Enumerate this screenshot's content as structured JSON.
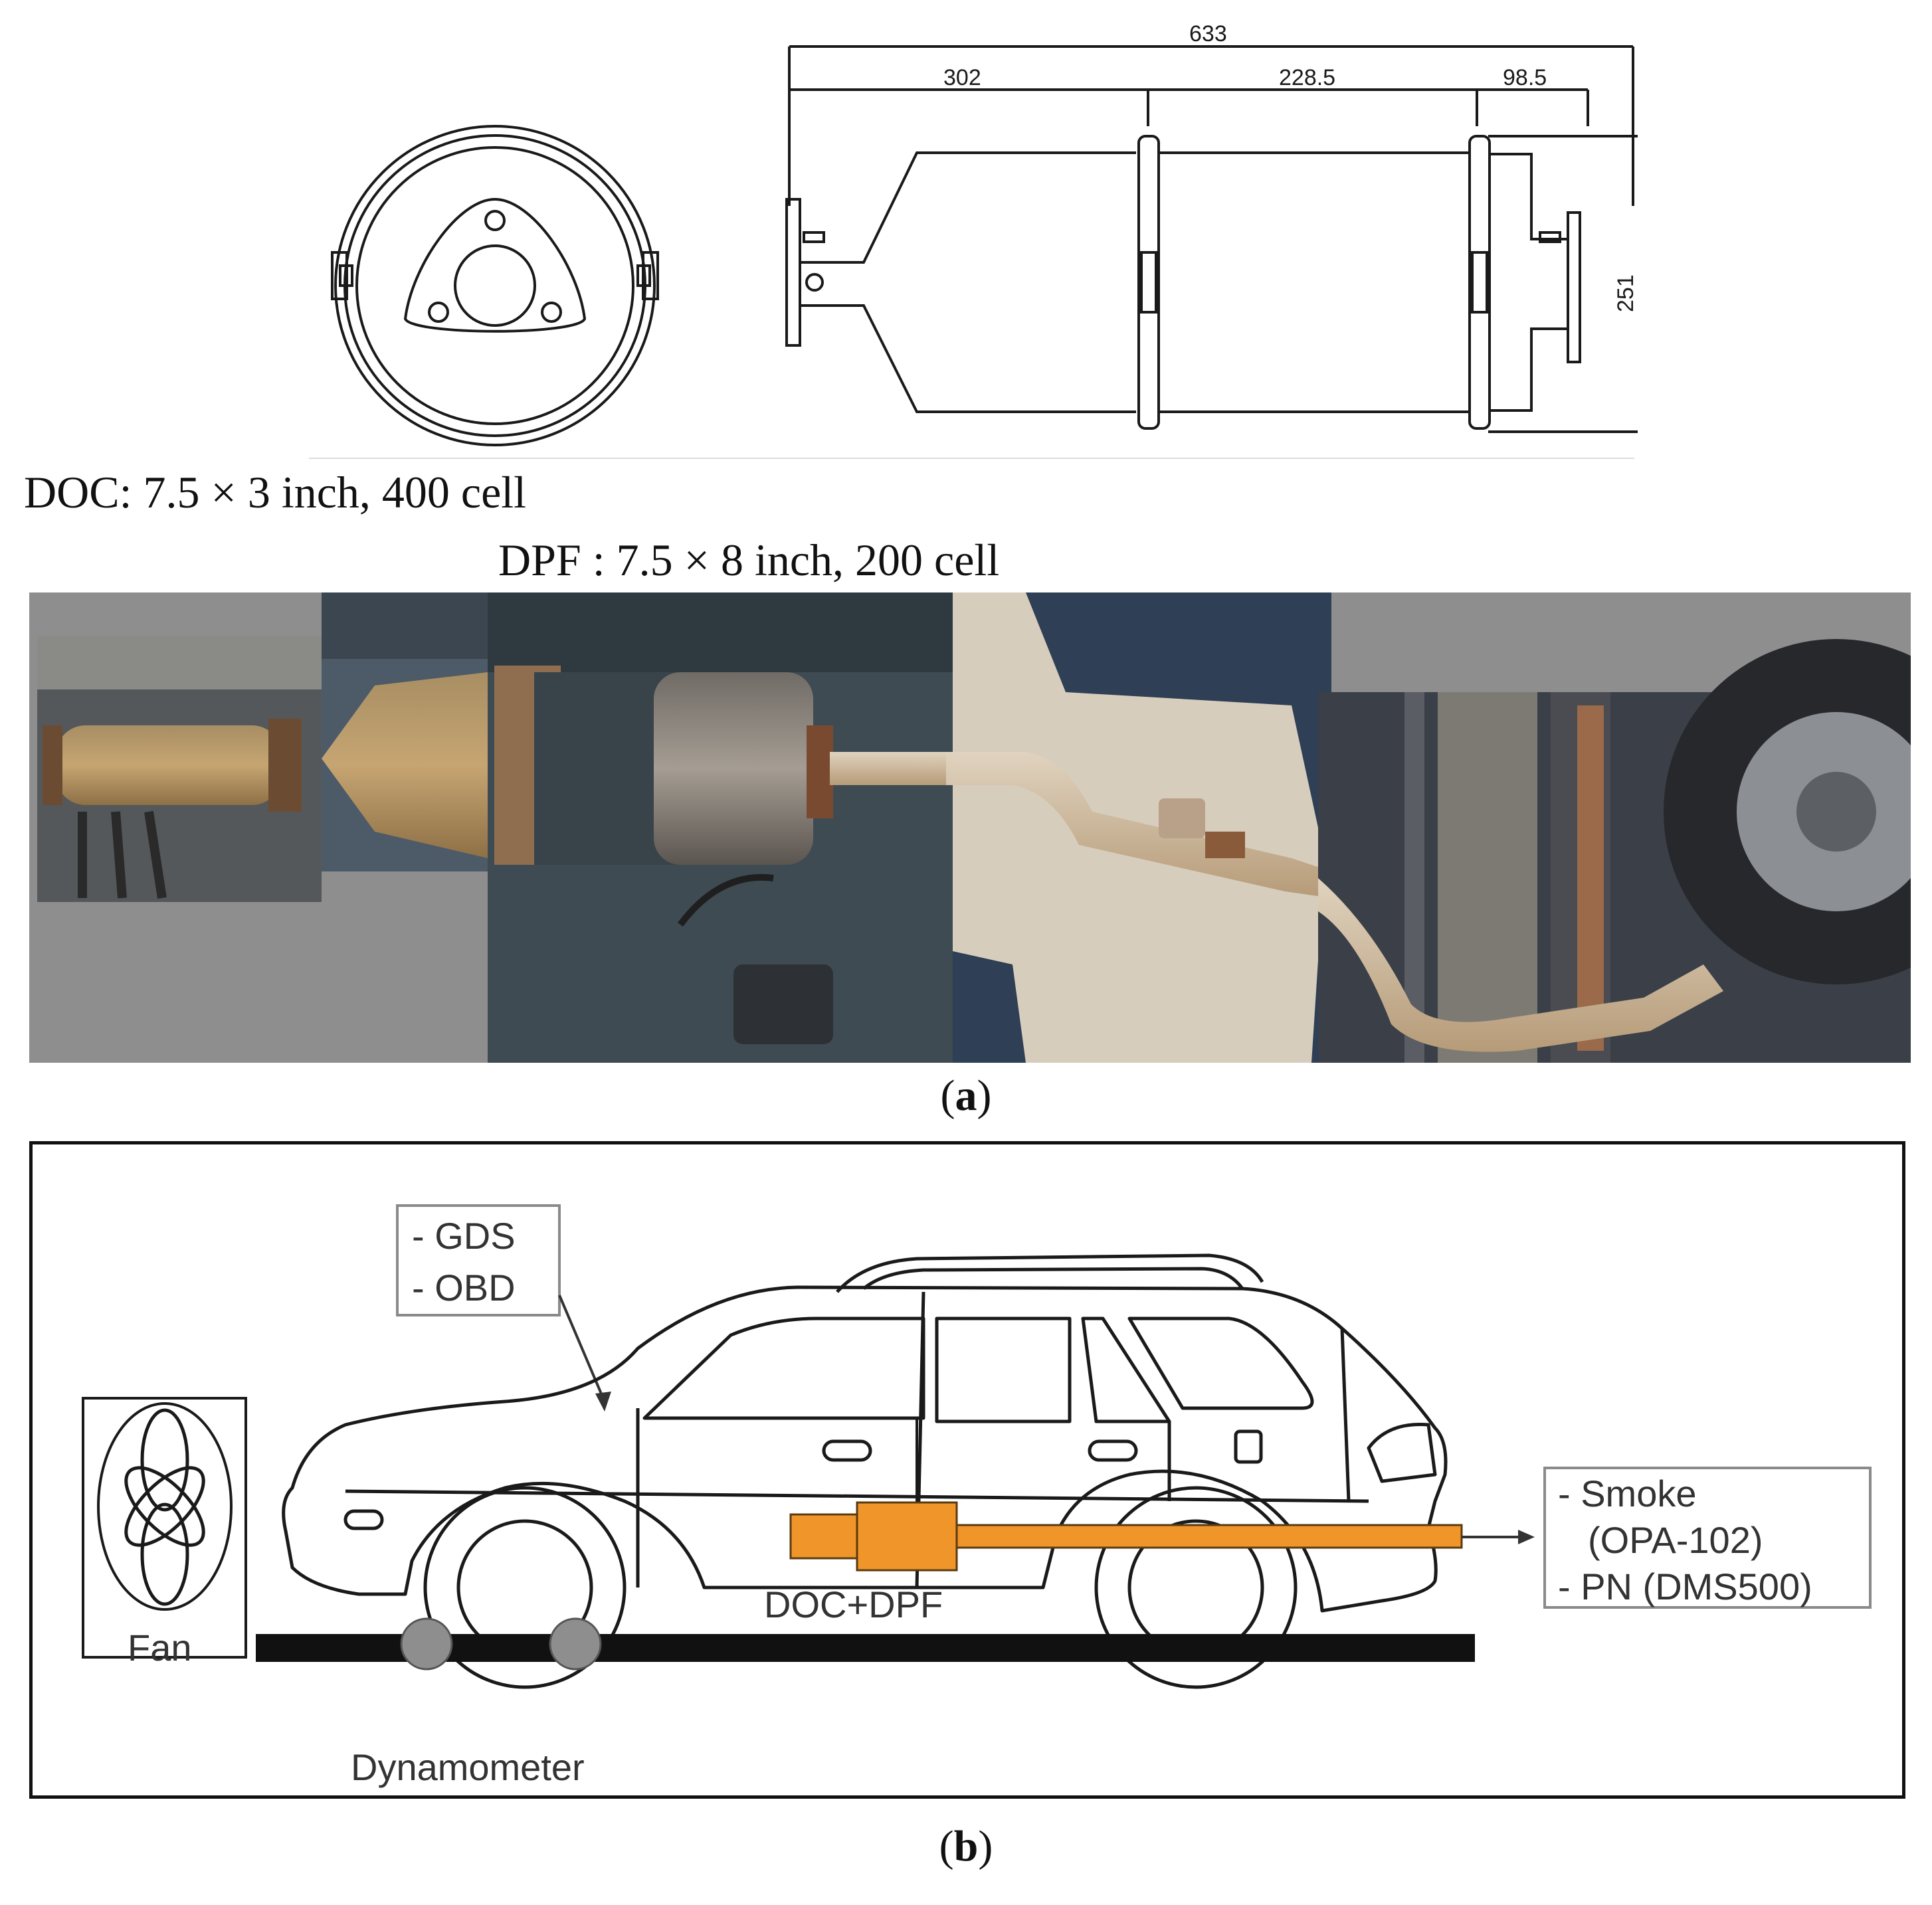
{
  "panel_a": {
    "drawing": {
      "dim_total": "633",
      "dim_inlet": "302",
      "dim_dpf": "228.5",
      "dim_outlet": "98.5",
      "dim_height": "251"
    },
    "doc_label": "DOC: 7.5 × 3 inch, 400 cell",
    "dpf_label": "DPF : 7.5 × 8 inch, 200 cell",
    "caption_open": "(",
    "caption_letter": "a",
    "caption_close": ")"
  },
  "panel_b": {
    "diag_box_line1": "- GDS",
    "diag_box_line2": "- OBD",
    "fan_label": "Fan",
    "aftertreatment_label": "DOC+DPF",
    "dyno_label": "Dynamometer",
    "meas_line1": "- Smoke",
    "meas_line2": "(OPA-102)",
    "meas_line3": "- PN (DMS500)",
    "caption_open": "(",
    "caption_letter": "b",
    "caption_close": ")"
  },
  "colors": {
    "exhaust_orange": "#F0952A",
    "photo_gray": "#8E8E8E",
    "line": "#1a1a1a"
  }
}
